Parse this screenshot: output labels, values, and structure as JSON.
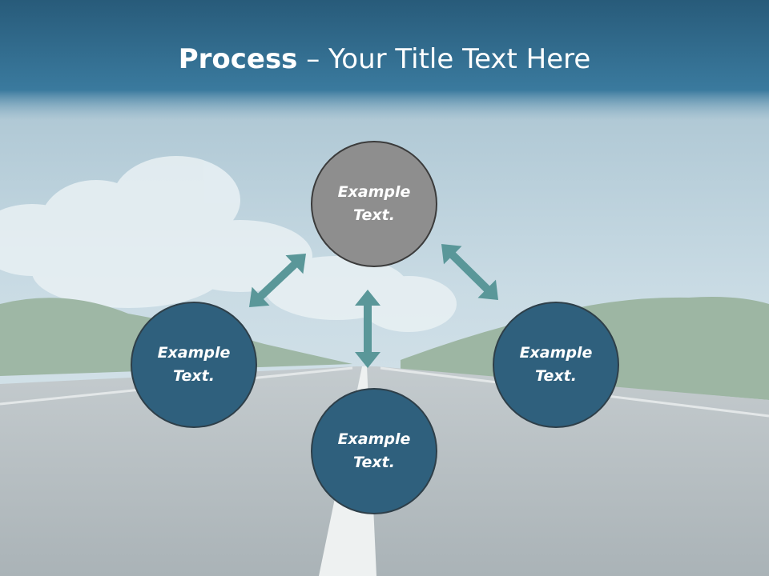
{
  "slide": {
    "title_bold": "Process",
    "title_rest": " – Your Title Text Here"
  },
  "diagram": {
    "nodes": [
      {
        "id": "top",
        "label": "Example Text.",
        "color": "#8e8e8e"
      },
      {
        "id": "left",
        "label": "Example Text.",
        "color": "#2f607d"
      },
      {
        "id": "right",
        "label": "Example Text.",
        "color": "#2f607d"
      },
      {
        "id": "bottom",
        "label": "Example Text.",
        "color": "#2f607d"
      }
    ],
    "arrow_color": "#5a9799",
    "connections": [
      {
        "from": "top",
        "to": "left",
        "direction": "bidirectional"
      },
      {
        "from": "top",
        "to": "right",
        "direction": "bidirectional"
      },
      {
        "from": "top",
        "to": "bottom",
        "direction": "bidirectional"
      }
    ]
  }
}
